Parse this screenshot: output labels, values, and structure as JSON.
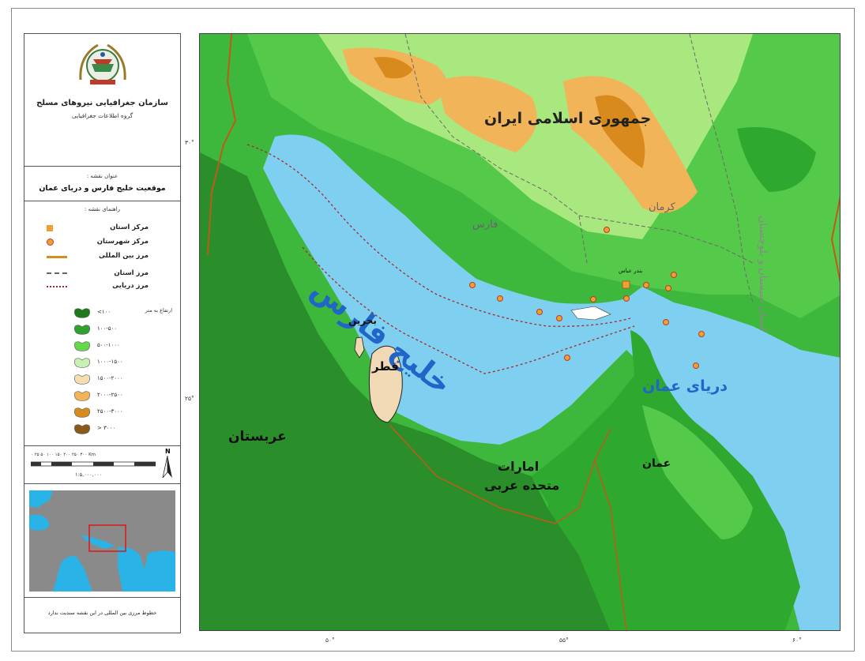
{
  "organization": "سازمان جغرافیایی نیروهای مسلح",
  "department": "گروه اطلاعات جغرافیایی",
  "map_title_label": "عنوان نقشه :",
  "map_title": "موقعیت خلیج فارس و دریای عمان",
  "legend": {
    "heading": "راهنمای نقشه :",
    "items": [
      {
        "label": "مرکز استان"
      },
      {
        "label": "مرکز شهرستان"
      },
      {
        "label": "مرز بین المللی"
      },
      {
        "label": "مرز استان"
      },
      {
        "label": "مرز دریایی"
      }
    ],
    "elevation_label": "ارتفاع به متر",
    "elevation_classes": [
      {
        "label": "<۱۰۰",
        "color": "#1e7a1e"
      },
      {
        "label": "۱۰۰-۵۰۰",
        "color": "#2fa12f"
      },
      {
        "label": "۵۰۰-۱۰۰۰",
        "color": "#64d84a"
      },
      {
        "label": "۱۰۰۰-۱۵۰۰",
        "color": "#c8f0b4"
      },
      {
        "label": "۱۵۰۰-۲۰۰۰",
        "color": "#f6ddb0"
      },
      {
        "label": "۲۰۰۰-۲۵۰۰",
        "color": "#f2b458"
      },
      {
        "label": "۲۵۰۰-۳۰۰۰",
        "color": "#d98a1c"
      },
      {
        "label": "> ۳۰۰۰",
        "color": "#8a5a1a"
      }
    ]
  },
  "scale": {
    "ticks": "۰  ۲۵  ۵۰   ۱۰۰   ۱۵۰   ۲۰۰   ۲۵۰   ۳۰۰ Km",
    "ratio": "۱:۵,۰۰۰,۰۰۰",
    "north": "N"
  },
  "note": "خطوط مرزی بین المللی در این نقشه سندیت ندارد",
  "map_labels": {
    "iran": "جمهوری اسلامی ایران",
    "fars": "فارس",
    "kerman": "کرمان",
    "sistan": "استان سیستان و بلوچستان",
    "gulf": "خلیج فارس",
    "bahrain": "بحرین",
    "qatar": "قطر",
    "oman_sea": "دریای عمان",
    "oman": "عمان",
    "uae_1": "امارات",
    "uae_2": "متحده عربی",
    "saudi": "عربستان",
    "bandar_abbas": "بندر عباس"
  },
  "grid_ticks": {
    "lat_30": "۳۰°",
    "lat_25": "۲۵°",
    "lon_50": "۵۰°",
    "lon_55": "۵۵°",
    "lon_60": "۶۰°"
  },
  "colors": {
    "sea": "#7fd0f0",
    "lowland": "#2e9e2e",
    "peninsula": "#f2d9b6",
    "boundary": "#c0392b",
    "gulf_label": "#1f66c8"
  }
}
